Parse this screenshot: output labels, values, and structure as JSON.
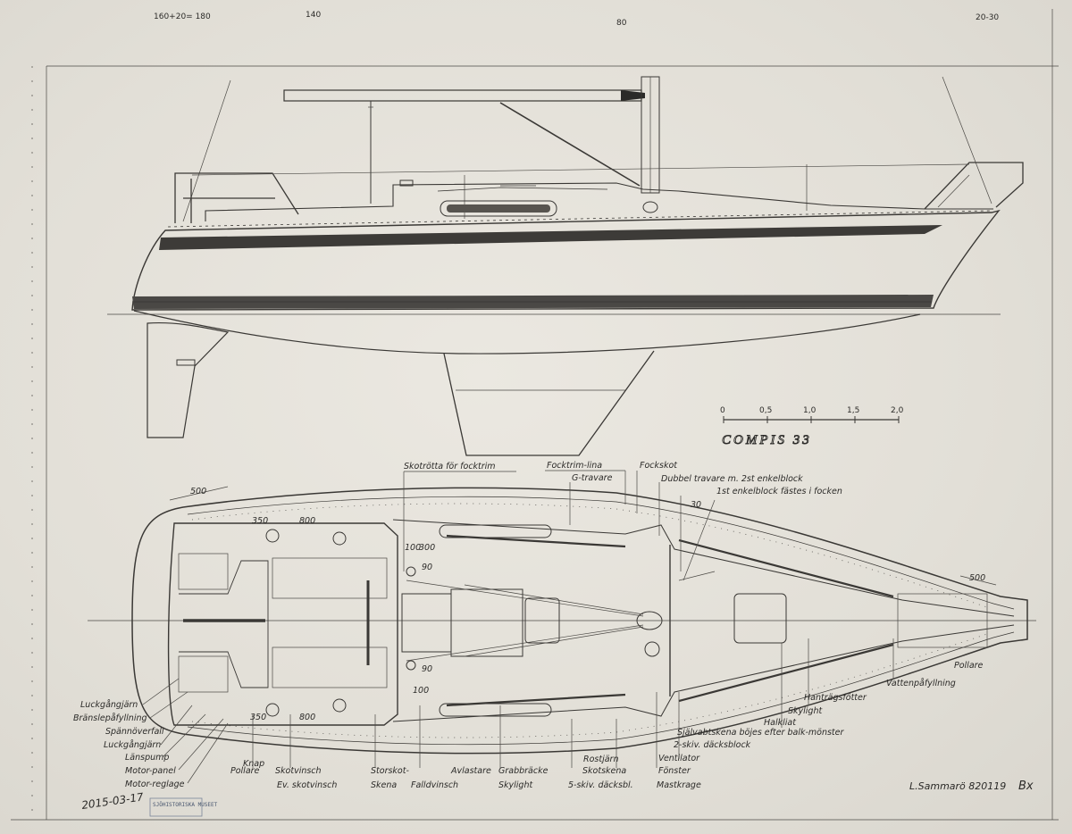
{
  "sheet": {
    "title": "COMPIS 33",
    "signature": "L.Sammarö 820119",
    "signature_initials": "Bx",
    "corner_note": "20-30",
    "top_dimensions": [
      "160+20= 180",
      "140",
      "80"
    ],
    "bottom_left_note": "2015-03-17",
    "stamp_text": "SJÖHISTORISKA MUSEET"
  },
  "scale_bar": {
    "ticks": [
      "0",
      "0,5",
      "1,0",
      "1,5",
      "2,0"
    ]
  },
  "dimensions": {
    "bow_width": "500",
    "stern_width": "500",
    "d350_top": "350",
    "d800_top": "800",
    "d350_bottom": "350",
    "d800_bottom": "800",
    "d100": "100",
    "d300": "300",
    "d90_top": "90",
    "d90_bottom": "90",
    "d100_bottom": "100",
    "d30": "30"
  },
  "labels": {
    "top": [
      "Skotrötta för focktrim",
      "Focktrim-lina",
      "G-travare",
      "Fockskot",
      "Dubbel travare m. 2st enkelblock",
      "1st enkelblock fästes i focken"
    ],
    "left": [
      "Luckgångjärn",
      "Bränslepåfyllning",
      "Spännöverfall",
      "Luckgångjärn",
      "Länspump",
      "Motor-panel",
      "Motor-reglage"
    ],
    "bottom_row1": [
      "Knap",
      "Pollare",
      "Skotvinsch",
      "Storskot-",
      "Avlastare",
      "Grabbräcke",
      "Rostjärn",
      "Skotskena",
      "Fönster",
      "Ventilator"
    ],
    "bottom_row2": [
      "Ev. skotvinsch",
      "Skena",
      "Falldvinsch",
      "Skylight",
      "5-skiv. däcksbl.",
      "Mastkrage"
    ],
    "right": [
      "2-skiv. däcksblock",
      "Självabtskena böjes efter balk-mönster",
      "Halkliat",
      "Skylight",
      "Hanträgsfötter",
      "Vattenpåfyllning",
      "Pollare"
    ]
  }
}
